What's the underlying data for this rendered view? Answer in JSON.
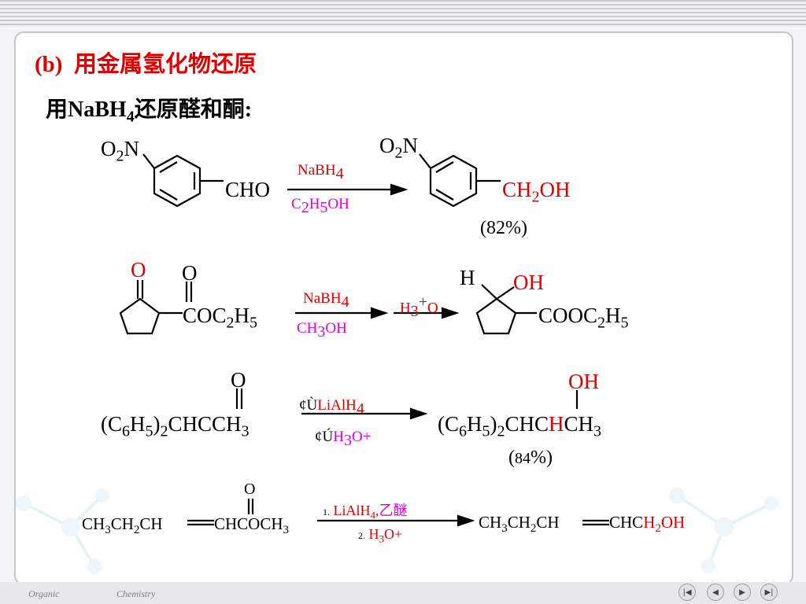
{
  "heading": {
    "label": "(b)",
    "text": "用金属氢化物还原"
  },
  "subheading": {
    "prefix": "用NaBH",
    "sub": "4",
    "suffix": "还原醛和酮:"
  },
  "reaction1": {
    "reactant_nitro": [
      "O",
      "2",
      "N"
    ],
    "reactant_group": "CHO",
    "reagent_top": [
      "NaBH",
      "4"
    ],
    "reagent_bottom": [
      "C",
      "2",
      "H",
      "5",
      "OH"
    ],
    "product_nitro": [
      "O",
      "2",
      "N"
    ],
    "product_group": [
      "CH",
      "2",
      "OH"
    ],
    "yield": "(82%)"
  },
  "reaction2": {
    "ring_oxygen": "O",
    "ester_oxygen": "O",
    "ester_group": [
      "COC",
      "2",
      "H",
      "5"
    ],
    "reagent1_top": [
      "NaBH",
      "4"
    ],
    "reagent1_bottom": [
      "CH",
      "3",
      "OH"
    ],
    "reagent2_top": [
      "H",
      "3",
      "+",
      "O"
    ],
    "product_h": "H",
    "product_oh": "OH",
    "product_group": [
      "COOC",
      "2",
      "H",
      "5"
    ]
  },
  "reaction3": {
    "carbonyl_oxygen": "O",
    "reactant": [
      "(C",
      "6",
      "H",
      "5",
      ")",
      "2",
      "CHCCH",
      "3"
    ],
    "step1_marker": "¢Ù",
    "step1_reagent": [
      "LiAlH",
      "4"
    ],
    "step2_marker": "¢Ú",
    "step2_reagent": [
      "H",
      "3",
      "O+"
    ],
    "product_oh": "OH",
    "product": [
      "(C",
      "6",
      "H",
      "5",
      ")",
      "2",
      "CHC",
      "H",
      "CH",
      "3"
    ],
    "yield_open": "(",
    "yield_value": "84",
    "yield_close": "%)"
  },
  "reaction4": {
    "carbonyl_oxygen": "O",
    "reactant_left": [
      "CH",
      "3",
      "CH",
      "2",
      "CH"
    ],
    "reactant_right": [
      "CHCOCH",
      "3"
    ],
    "step1_num": "1.",
    "step1_reagent": [
      "LiAlH",
      "4",
      ","
    ],
    "step1_solvent": "乙醚",
    "step2_num": "2.",
    "step2_reagent": [
      "H",
      "3",
      "O+"
    ],
    "product_left": [
      "CH",
      "3",
      "CH",
      "2",
      "CH"
    ],
    "product_mid": "CHC",
    "product_right": [
      "H",
      "2",
      "OH"
    ]
  },
  "footer": {
    "left": "Organic",
    "right": "Chemistry"
  },
  "nav": {
    "first": "|◀",
    "prev": "◀",
    "next": "▶",
    "last": "▶|"
  }
}
